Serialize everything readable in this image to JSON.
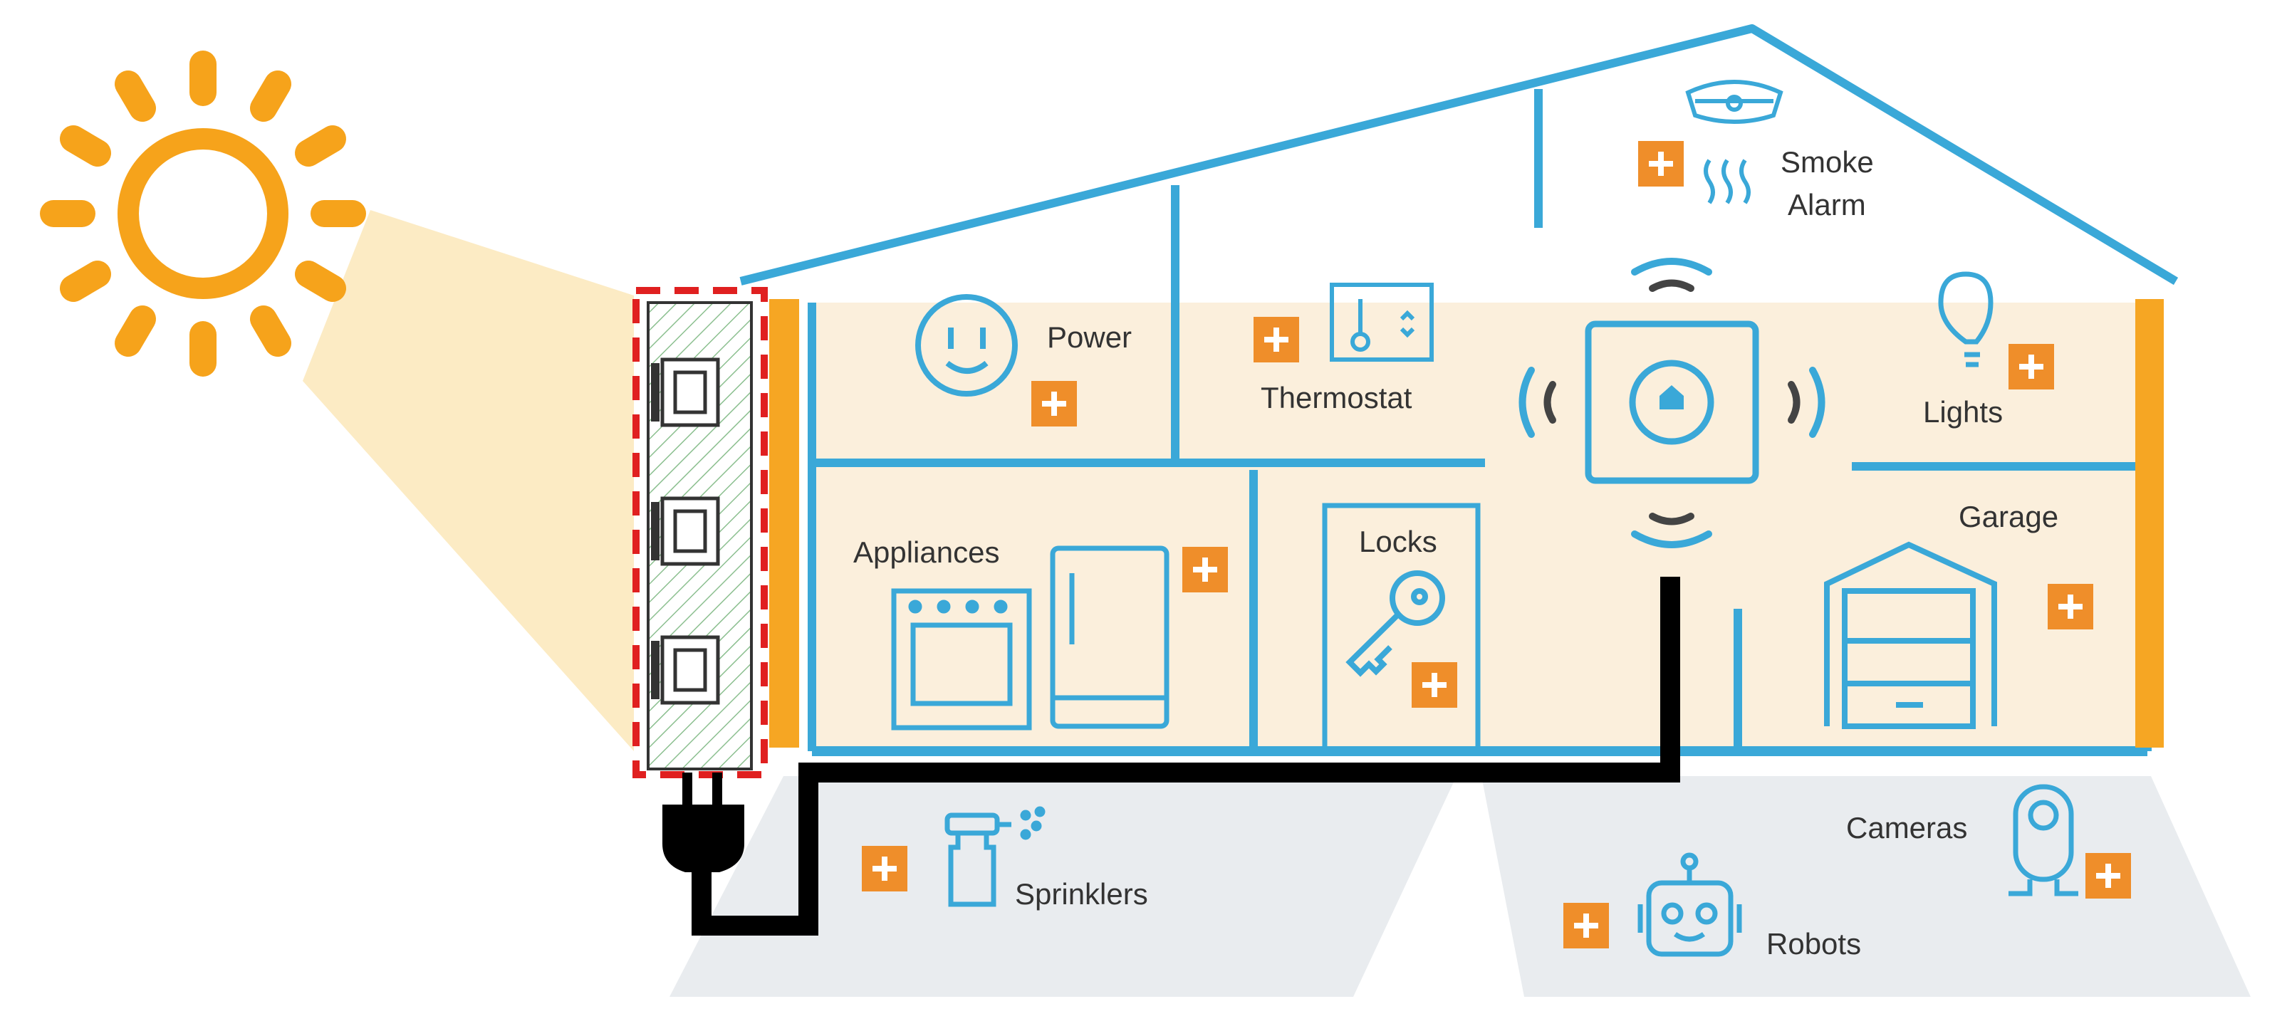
{
  "colors": {
    "house_outline": "#3aa8d8",
    "house_fill": "#fbefdc",
    "accent_orange": "#f6a623",
    "plus_badge": "#ef8e2a",
    "sun": "#f6a31b",
    "sun_beam": "#fcebc4",
    "ground": "#e9ecef",
    "panel_border_dashed": "#e02020",
    "cable": "#000000",
    "text": "#333333"
  },
  "labels": {
    "power": "Power",
    "thermostat": "Thermostat",
    "smoke": "Smoke",
    "alarm": "Alarm",
    "lights": "Lights",
    "appliances": "Appliances",
    "locks": "Locks",
    "garage": "Garage",
    "sprinklers": "Sprinklers",
    "cameras": "Cameras",
    "robots": "Robots"
  },
  "icons": {
    "sun": "sun-icon",
    "solar_panel": "solar-panel-icon",
    "plug": "power-plug-icon",
    "outlet": "power-outlet-icon",
    "thermostat": "thermostat-icon",
    "smoke_alarm": "smoke-alarm-icon",
    "hub": "smart-home-hub-icon",
    "bulb": "light-bulb-icon",
    "oven": "oven-icon",
    "fridge": "fridge-icon",
    "key": "key-icon",
    "garage": "garage-door-icon",
    "sprinkler": "sprinkler-icon",
    "camera": "camera-icon",
    "robot": "robot-icon",
    "plus": "plus-badge-icon"
  }
}
